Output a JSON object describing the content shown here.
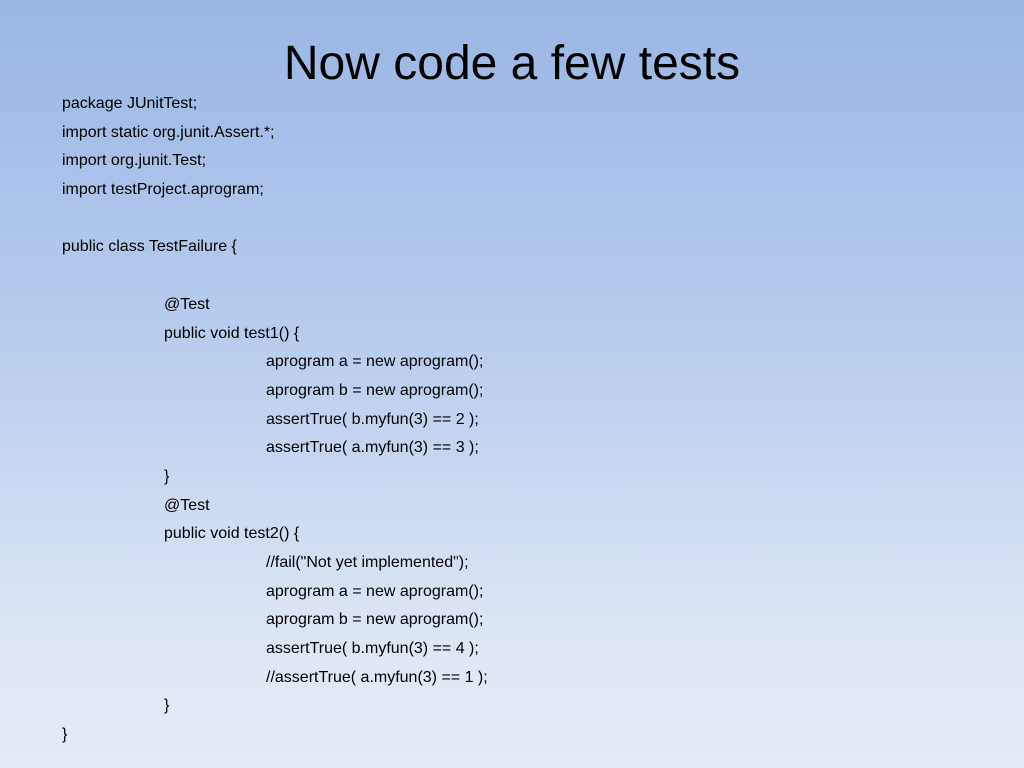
{
  "slide": {
    "title": "Now code a few tests",
    "code_lines": [
      {
        "text": "package JUnitTest;",
        "indent": 0
      },
      {
        "text": "import static org.junit.Assert.*;",
        "indent": 0
      },
      {
        "text": "import org.junit.Test;",
        "indent": 0
      },
      {
        "text": "import testProject.aprogram;",
        "indent": 0
      },
      {
        "text": "",
        "indent": 0
      },
      {
        "text": "public class TestFailure {",
        "indent": 0
      },
      {
        "text": "",
        "indent": 0
      },
      {
        "text": "@Test",
        "indent": 1
      },
      {
        "text": "public void test1() {",
        "indent": 1
      },
      {
        "text": "aprogram a = new aprogram();",
        "indent": 2
      },
      {
        "text": "aprogram b = new aprogram();",
        "indent": 2
      },
      {
        "text": "assertTrue( b.myfun(3) == 2 );",
        "indent": 2
      },
      {
        "text": "assertTrue( a.myfun(3) == 3 );",
        "indent": 2
      },
      {
        "text": "}",
        "indent": 1
      },
      {
        "text": "@Test",
        "indent": 1
      },
      {
        "text": "public void test2() {",
        "indent": 1
      },
      {
        "text": "//fail(\"Not yet implemented\");",
        "indent": 2
      },
      {
        "text": "aprogram a = new aprogram();",
        "indent": 2
      },
      {
        "text": "aprogram b = new aprogram();",
        "indent": 2
      },
      {
        "text": "assertTrue( b.myfun(3) == 4 );",
        "indent": 2
      },
      {
        "text": "//assertTrue( a.myfun(3) == 1 );",
        "indent": 2
      },
      {
        "text": "}",
        "indent": 1
      },
      {
        "text": "}",
        "indent": 0
      }
    ]
  }
}
